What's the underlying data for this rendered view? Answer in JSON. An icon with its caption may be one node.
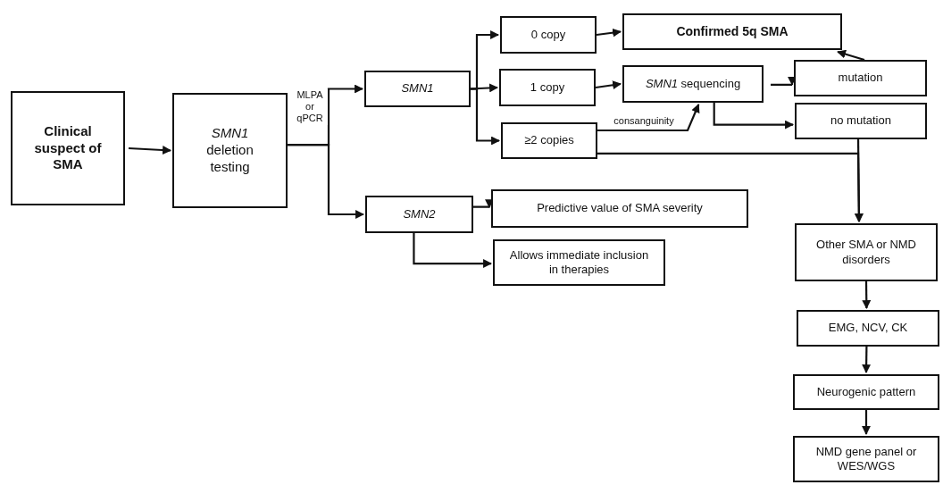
{
  "diagram": {
    "nodes": [
      {
        "text": [
          "Clinical suspect of SMA"
        ]
      },
      {
        "text": [
          "*SMN1* deletion testing"
        ]
      },
      {
        "text": [
          "SMN1"
        ]
      },
      {
        "text": [
          "SMN2"
        ]
      },
      {
        "text": [
          "0 copy"
        ]
      },
      {
        "text": [
          "1 copy"
        ]
      },
      {
        "text": [
          "≥2 copies"
        ]
      },
      {
        "text": [
          "Confirmed 5q SMA"
        ]
      },
      {
        "text": [
          "*SMN1* sequencing"
        ]
      },
      {
        "text": [
          "mutation"
        ]
      },
      {
        "text": [
          "no mutation"
        ]
      },
      {
        "text": [
          "Predictive value of SMA severity"
        ]
      },
      {
        "text": [
          "Allows immediate inclusion in therapies"
        ]
      },
      {
        "text": [
          "Other SMA or NMD disorders"
        ]
      },
      {
        "text": [
          "EMG, NCV, CK"
        ]
      },
      {
        "text": [
          "Neurogenic pattern"
        ]
      },
      {
        "text": [
          "NMD gene panel or WES/WGS"
        ]
      }
    ],
    "edges": [
      {
        "from": 0,
        "to": 1,
        "arrow": "to"
      },
      {
        "from": 1,
        "to": 2,
        "arrow": "to",
        "label": "MLPA or qPCR"
      },
      {
        "from": 1,
        "to": 3,
        "arrow": "to"
      },
      {
        "from": 2,
        "to": 4,
        "arrow": "to"
      },
      {
        "from": 2,
        "to": 5,
        "arrow": "to"
      },
      {
        "from": 2,
        "to": 6,
        "arrow": "to"
      },
      {
        "from": 4,
        "to": 7,
        "arrow": "to"
      },
      {
        "from": 5,
        "to": 8,
        "arrow": "to"
      },
      {
        "from": 6,
        "to": 8,
        "arrow": "to",
        "label": "consanguinity"
      },
      {
        "from": 8,
        "to": 9,
        "arrow": "to"
      },
      {
        "from": 8,
        "to": 10,
        "arrow": "to"
      },
      {
        "from": 9,
        "to": 7,
        "arrow": "to"
      },
      {
        "from": 10,
        "to": 13,
        "arrow": "to"
      },
      {
        "from": 6,
        "to": 13,
        "arrow": "to"
      },
      {
        "from": 3,
        "to": 11,
        "arrow": "to"
      },
      {
        "from": 3,
        "to": 12,
        "arrow": "to"
      },
      {
        "from": 13,
        "to": 14,
        "arrow": "to"
      },
      {
        "from": 14,
        "to": 15,
        "arrow": "to"
      },
      {
        "from": 15,
        "to": 16,
        "arrow": "to"
      }
    ]
  }
}
